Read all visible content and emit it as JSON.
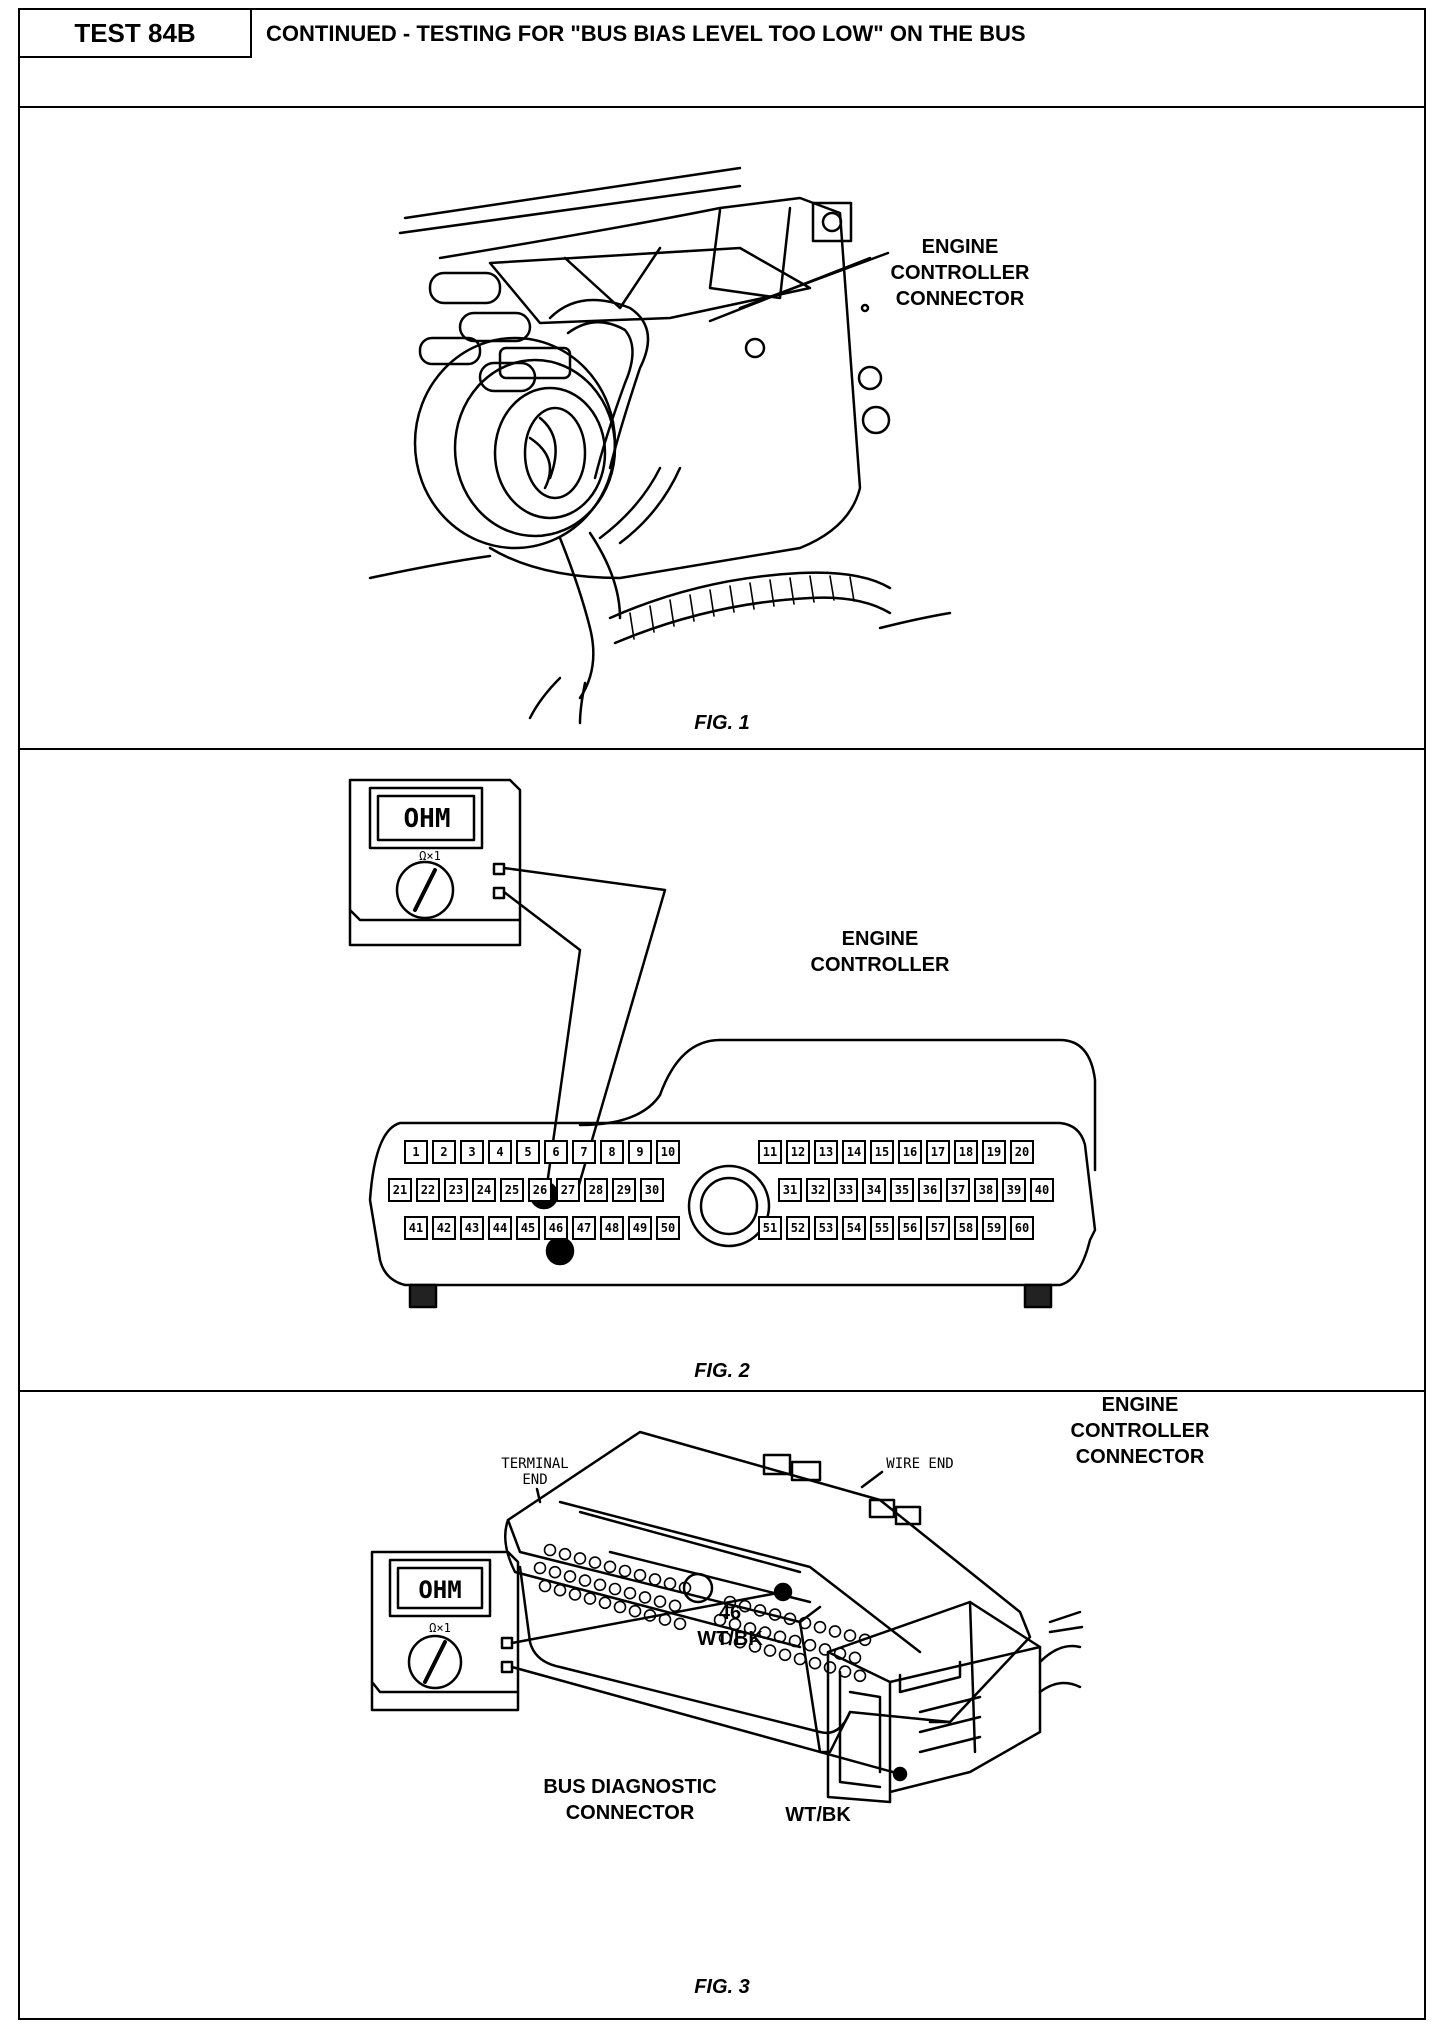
{
  "header": {
    "test_id": "TEST 84B",
    "title": "CONTINUED - TESTING FOR \"BUS BIAS LEVEL TOO LOW\" ON THE BUS"
  },
  "fig1": {
    "caption": "FIG. 1",
    "label_line1": "ENGINE",
    "label_line2": "CONTROLLER",
    "label_line3": "CONNECTOR"
  },
  "fig2": {
    "caption": "FIG. 2",
    "meter_display": "OHM",
    "meter_range": "Ω×1",
    "label_line1": "ENGINE",
    "label_line2": "CONTROLLER",
    "pin_rows": [
      [
        "1",
        "2",
        "3",
        "4",
        "5",
        "6",
        "7",
        "8",
        "9",
        "10"
      ],
      [
        "21",
        "22",
        "23",
        "24",
        "25",
        "26",
        "27",
        "28",
        "29",
        "30"
      ],
      [
        "41",
        "42",
        "43",
        "44",
        "45",
        "46",
        "47",
        "48",
        "49",
        "50"
      ],
      [
        "11",
        "12",
        "13",
        "14",
        "15",
        "16",
        "17",
        "18",
        "19",
        "20"
      ],
      [
        "31",
        "32",
        "33",
        "34",
        "35",
        "36",
        "37",
        "38",
        "39",
        "40"
      ],
      [
        "51",
        "52",
        "53",
        "54",
        "55",
        "56",
        "57",
        "58",
        "59",
        "60"
      ]
    ]
  },
  "fig3": {
    "caption": "FIG. 3",
    "meter_display": "OHM",
    "meter_range": "Ω×1",
    "label_line1": "ENGINE",
    "label_line2": "CONTROLLER",
    "label_line3": "CONNECTOR",
    "terminal_end_1": "TERMINAL",
    "terminal_end_2": "END",
    "wire_end": "WIRE END",
    "pin_number": "46",
    "wire_color_1": "WT/BK",
    "bus_diag_1": "BUS DIAGNOSTIC",
    "bus_diag_2": "CONNECTOR",
    "wire_color_2": "WT/BK"
  }
}
